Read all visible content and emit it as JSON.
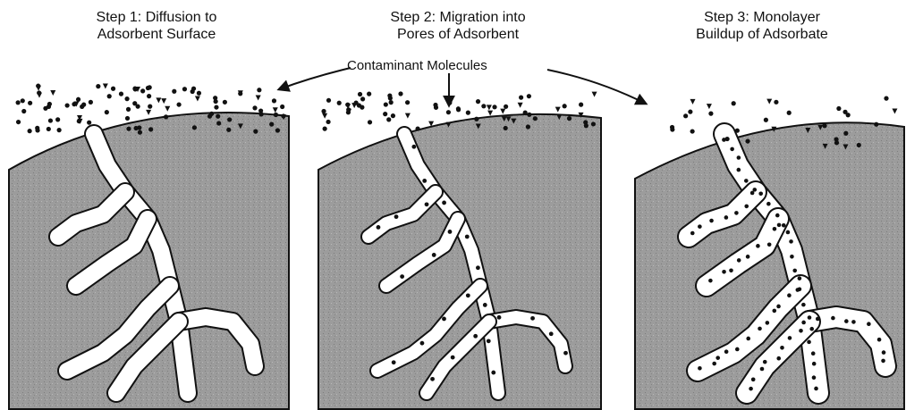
{
  "diagram": {
    "steps": [
      {
        "line1": "Step 1: Diffusion to",
        "line2": "Adsorbent Surface"
      },
      {
        "line1": "Step 2: Migration into",
        "line2": "Pores of Adsorbent"
      },
      {
        "line1": "Step 3: Monolayer",
        "line2": "Buildup of Adsorbate"
      }
    ],
    "callout": "Contaminant Molecules",
    "colors": {
      "adsorbent": "#9c9c9c",
      "pore": "#ffffff",
      "outline": "#111111",
      "molecule": "#111111"
    }
  }
}
